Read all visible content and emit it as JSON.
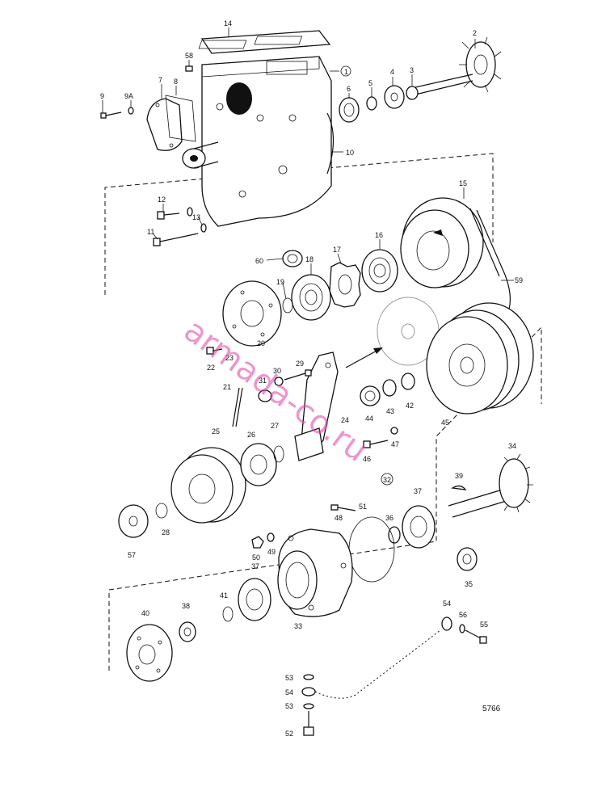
{
  "figure_code": "5766",
  "watermark": "armada-co.ru",
  "labels": {
    "p1": "1",
    "p2": "2",
    "p3": "3",
    "p4": "4",
    "p5": "5",
    "p6": "6",
    "p7": "7",
    "p8": "8",
    "p9": "9",
    "p9a": "9A",
    "p10": "10",
    "p11": "11",
    "p12": "12",
    "p13": "13",
    "p14": "14",
    "p15": "15",
    "p16": "16",
    "p17": "17",
    "p18": "18",
    "p19": "19",
    "p20": "20",
    "p21": "21",
    "p22": "22",
    "p23": "23",
    "p24": "24",
    "p25": "25",
    "p26": "26",
    "p27": "27",
    "p28": "28",
    "p29": "29",
    "p30": "30",
    "p31": "31",
    "p32": "32",
    "p33": "33",
    "p34": "34",
    "p35": "35",
    "p36": "36",
    "p37a": "37",
    "p37b": "37",
    "p38": "38",
    "p39": "39",
    "p40": "40",
    "p41": "41",
    "p42": "42",
    "p43": "43",
    "p44": "44",
    "p45": "45",
    "p46": "46",
    "p47": "47",
    "p48": "48",
    "p49": "49",
    "p50": "50",
    "p51": "51",
    "p52": "52",
    "p53a": "53",
    "p53b": "53",
    "p54a": "54",
    "p54b": "54",
    "p55": "55",
    "p56": "56",
    "p57": "57",
    "p58": "58",
    "p59": "59",
    "p60": "60"
  }
}
